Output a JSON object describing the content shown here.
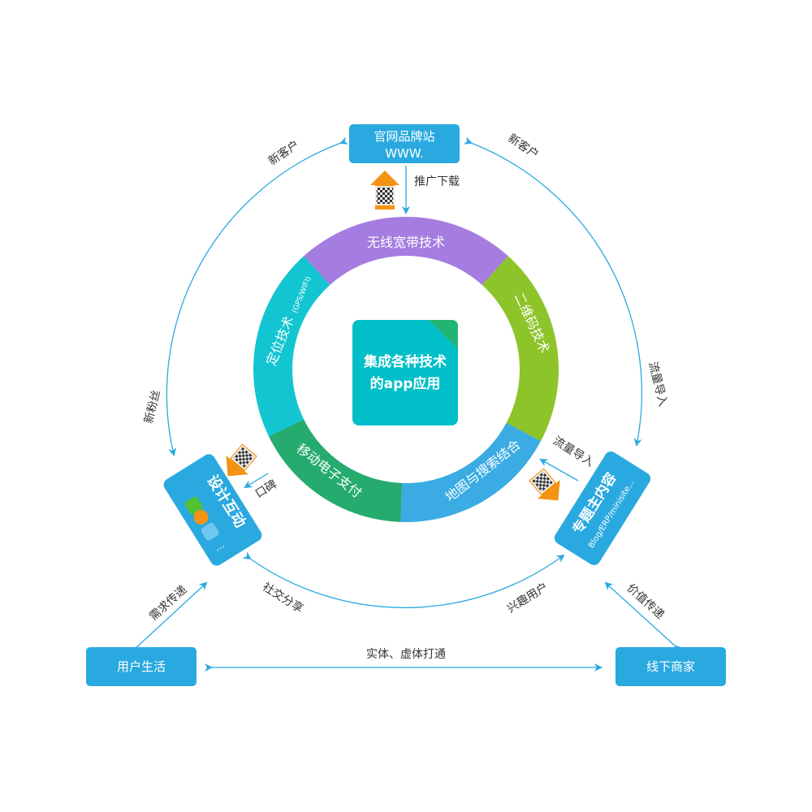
{
  "colors": {
    "node": "#29a9df",
    "edge": "#29a9df",
    "arrow": "#f39313",
    "center": "#00bfc8",
    "center_corner": "#22b473",
    "ring_purple": "#a57ce0",
    "ring_green": "#8cc42a",
    "ring_blue": "#3aace3",
    "ring_darkgreen": "#25ab6e",
    "ring_cyan": "#13c5d1"
  },
  "center": {
    "line1": "集成各种技术",
    "line2": "的app应用"
  },
  "ring": {
    "top": "无线宽带技术",
    "right": "二维码技术",
    "bottom_right": "地图与搜索结合",
    "bottom_left": "移动电子支付",
    "left": "定位技术",
    "left_sub": "(GPS/WIFI)"
  },
  "nodes": {
    "official_site": {
      "line1": "官网品牌站",
      "line2": "WWW."
    },
    "design_interaction": {
      "label": "设计互动",
      "more": "..."
    },
    "topic_content": {
      "label": "专题主内容",
      "sub": "Blog/ERP/minisite..."
    },
    "user_life": {
      "label": "用户生活"
    },
    "offline_merchant": {
      "label": "线下商家"
    }
  },
  "edges": {
    "promote_download": "推广下载",
    "new_customer_left": "新客户",
    "new_customer_right": "新客户",
    "new_fans": "新粉丝",
    "traffic_in_outer": "流量导入",
    "traffic_in_inner": "流量导入",
    "word_of_mouth": "口碑",
    "social_share": "社交分享",
    "interested_users": "兴趣用户",
    "demand_delivery": "需求传递",
    "value_delivery": "价值传递",
    "physical_virtual": "实体、虚体打通"
  }
}
